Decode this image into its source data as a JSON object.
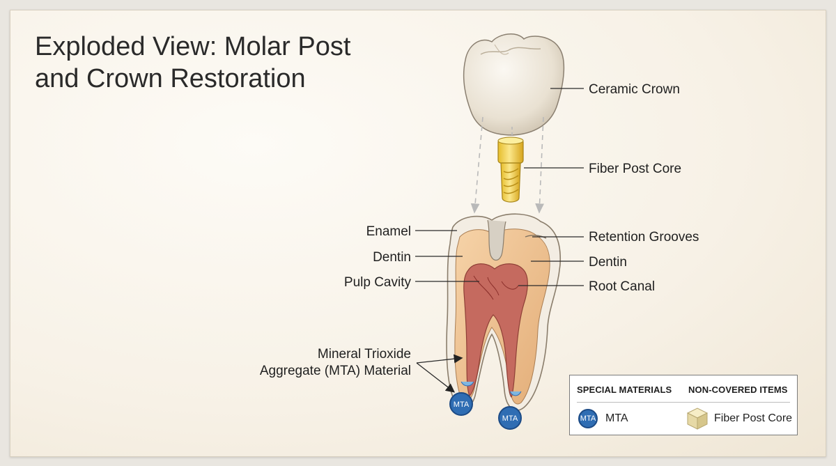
{
  "title": {
    "line1": "Exploded View: Molar Post",
    "line2": "and Crown Restoration"
  },
  "labels": {
    "ceramic_crown": "Ceramic Crown",
    "fiber_post_core": "Fiber Post Core",
    "enamel": "Enamel",
    "dentin_left": "Dentin",
    "pulp_cavity": "Pulp Cavity",
    "retention_grooves": "Retention Grooves",
    "dentin_right": "Dentin",
    "root_canal": "Root Canal",
    "mta_line1": "Mineral Trioxide",
    "mta_line2": "Aggregate (MTA) Material",
    "mta_badge_left": "MTA",
    "mta_badge_right": "MTA"
  },
  "legend": {
    "special_heading": "SPECIAL MATERIALS",
    "noncovered_heading": "NON-COVERED ITEMS",
    "mta_badge": "MTA",
    "mta_label": "MTA",
    "fiber_label": "Fiber Post Core"
  },
  "colors": {
    "mta_blue": "#2f6db3",
    "crown": "#ece6da",
    "post": "#f2d35a",
    "dentin": "#efc594",
    "pulp": "#c9685e"
  }
}
